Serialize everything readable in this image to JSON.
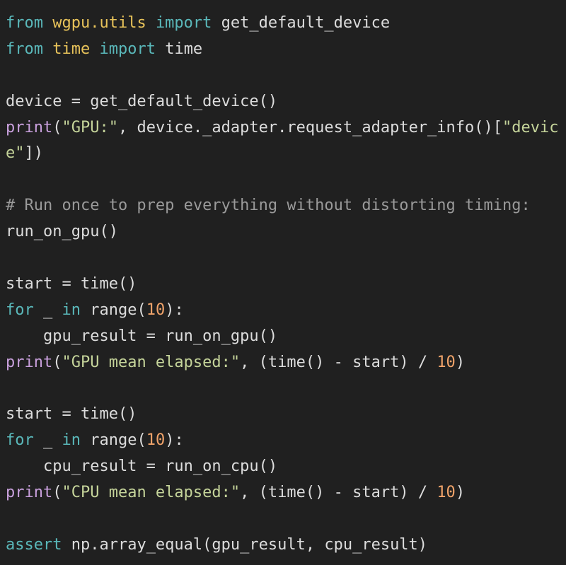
{
  "colors": {
    "background": "#202020",
    "text": "#dcdcdc",
    "keyword": "#5ab8ba",
    "module": "#e8c35a",
    "builtin": "#c9a0dd",
    "string": "#c5d49a",
    "number": "#f0a36a",
    "comment": "#9a9a9a"
  },
  "code": {
    "lines": [
      [
        {
          "t": "kw",
          "v": "from"
        },
        {
          "t": "plain",
          "v": " "
        },
        {
          "t": "mod",
          "v": "wgpu.utils"
        },
        {
          "t": "plain",
          "v": " "
        },
        {
          "t": "kw",
          "v": "import"
        },
        {
          "t": "plain",
          "v": " get_default_device"
        }
      ],
      [
        {
          "t": "kw",
          "v": "from"
        },
        {
          "t": "plain",
          "v": " "
        },
        {
          "t": "mod",
          "v": "time"
        },
        {
          "t": "plain",
          "v": " "
        },
        {
          "t": "kw",
          "v": "import"
        },
        {
          "t": "plain",
          "v": " time"
        }
      ],
      [],
      [
        {
          "t": "plain",
          "v": "device = get_default_device()"
        }
      ],
      [
        {
          "t": "fn",
          "v": "print"
        },
        {
          "t": "plain",
          "v": "("
        },
        {
          "t": "str",
          "v": "\"GPU:\""
        },
        {
          "t": "plain",
          "v": ", device._adapter.request_adapter_info()["
        },
        {
          "t": "str",
          "v": "\"devic"
        }
      ],
      [
        {
          "t": "str",
          "v": "e\""
        },
        {
          "t": "plain",
          "v": "])"
        }
      ],
      [],
      [
        {
          "t": "com",
          "v": "# Run once to prep everything without distorting timing:"
        }
      ],
      [
        {
          "t": "plain",
          "v": "run_on_gpu()"
        }
      ],
      [],
      [
        {
          "t": "plain",
          "v": "start = time()"
        }
      ],
      [
        {
          "t": "kw",
          "v": "for"
        },
        {
          "t": "plain",
          "v": " _ "
        },
        {
          "t": "kw",
          "v": "in"
        },
        {
          "t": "plain",
          "v": " range("
        },
        {
          "t": "num",
          "v": "10"
        },
        {
          "t": "plain",
          "v": "):"
        }
      ],
      [
        {
          "t": "plain",
          "v": "    gpu_result = run_on_gpu()"
        }
      ],
      [
        {
          "t": "fn",
          "v": "print"
        },
        {
          "t": "plain",
          "v": "("
        },
        {
          "t": "str",
          "v": "\"GPU mean elapsed:\""
        },
        {
          "t": "plain",
          "v": ", (time() - start) / "
        },
        {
          "t": "num",
          "v": "10"
        },
        {
          "t": "plain",
          "v": ")"
        }
      ],
      [],
      [
        {
          "t": "plain",
          "v": "start = time()"
        }
      ],
      [
        {
          "t": "kw",
          "v": "for"
        },
        {
          "t": "plain",
          "v": " _ "
        },
        {
          "t": "kw",
          "v": "in"
        },
        {
          "t": "plain",
          "v": " range("
        },
        {
          "t": "num",
          "v": "10"
        },
        {
          "t": "plain",
          "v": "):"
        }
      ],
      [
        {
          "t": "plain",
          "v": "    cpu_result = run_on_cpu()"
        }
      ],
      [
        {
          "t": "fn",
          "v": "print"
        },
        {
          "t": "plain",
          "v": "("
        },
        {
          "t": "str",
          "v": "\"CPU mean elapsed:\""
        },
        {
          "t": "plain",
          "v": ", (time() - start) / "
        },
        {
          "t": "num",
          "v": "10"
        },
        {
          "t": "plain",
          "v": ")"
        }
      ],
      [],
      [
        {
          "t": "kw",
          "v": "assert"
        },
        {
          "t": "plain",
          "v": " np.array_equal(gpu_result, cpu_result)"
        }
      ]
    ]
  }
}
